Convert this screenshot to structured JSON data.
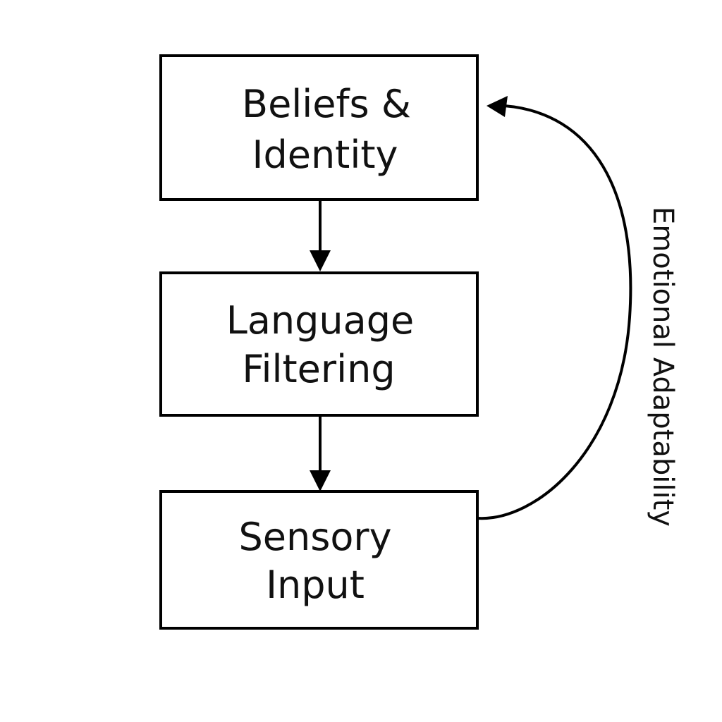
{
  "diagram": {
    "nodes": {
      "beliefs": {
        "line1": "Beliefs &",
        "line2": "Identity"
      },
      "language": {
        "line1": "Language",
        "line2": "Filtering"
      },
      "sensory": {
        "line1": "Sensory",
        "line2": "Input"
      }
    },
    "feedback_label": "Emotional Adaptability"
  },
  "colors": {
    "stroke": "#000000",
    "background": "#ffffff",
    "text": "#111111"
  }
}
